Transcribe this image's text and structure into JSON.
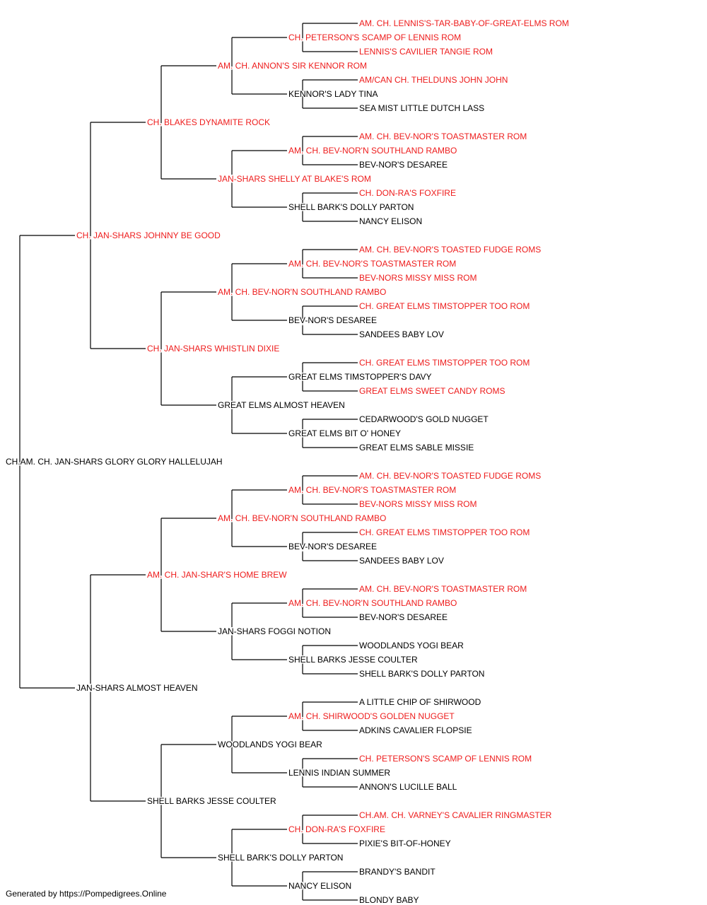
{
  "colors": {
    "champion": "#ee1c1c",
    "normal": "#000000",
    "line": "#000000"
  },
  "footer": "Generated by https://Pompedigrees.Online",
  "pedigree": {
    "name": "CH.AM. CH. JAN-SHARS GLORY GLORY HALLELUJAH",
    "ch": false,
    "sire": {
      "name": "CH. JAN-SHARS JOHNNY BE GOOD",
      "ch": true,
      "sire": {
        "name": "CH. BLAKES DYNAMITE ROCK",
        "ch": true,
        "sire": {
          "name": "AM. CH. ANNON'S SIR KENNOR ROM",
          "ch": true,
          "sire": {
            "name": "CH. PETERSON'S SCAMP OF LENNIS ROM",
            "ch": true,
            "sire": {
              "name": "AM. CH. LENNIS'S-TAR-BABY-OF-GREAT-ELMS ROM",
              "ch": true
            },
            "dam": {
              "name": "LENNIS'S CAVILIER TANGIE ROM",
              "ch": true
            }
          },
          "dam": {
            "name": "KENNOR'S LADY TINA",
            "ch": false,
            "sire": {
              "name": "AM/CAN CH. THELDUNS JOHN JOHN",
              "ch": true
            },
            "dam": {
              "name": "SEA MIST LITTLE DUTCH LASS",
              "ch": false
            }
          }
        },
        "dam": {
          "name": "JAN-SHARS SHELLY AT BLAKE'S ROM",
          "ch": true,
          "sire": {
            "name": "AM. CH. BEV-NOR'N SOUTHLAND RAMBO",
            "ch": true,
            "sire": {
              "name": "AM. CH. BEV-NOR'S TOASTMASTER ROM",
              "ch": true
            },
            "dam": {
              "name": "BEV-NOR'S DESAREE",
              "ch": false
            }
          },
          "dam": {
            "name": "SHELL BARK'S DOLLY PARTON",
            "ch": false,
            "sire": {
              "name": "CH. DON-RA'S FOXFIRE",
              "ch": true
            },
            "dam": {
              "name": "NANCY ELISON",
              "ch": false
            }
          }
        }
      },
      "dam": {
        "name": "CH. JAN-SHARS WHISTLIN DIXIE",
        "ch": true,
        "sire": {
          "name": "AM. CH. BEV-NOR'N SOUTHLAND RAMBO",
          "ch": true,
          "sire": {
            "name": "AM. CH. BEV-NOR'S TOASTMASTER ROM",
            "ch": true,
            "sire": {
              "name": "AM. CH. BEV-NOR'S TOASTED FUDGE ROMS",
              "ch": true
            },
            "dam": {
              "name": "BEV-NORS MISSY MISS ROM",
              "ch": true
            }
          },
          "dam": {
            "name": "BEV-NOR'S DESAREE",
            "ch": false,
            "sire": {
              "name": "CH. GREAT ELMS TIMSTOPPER TOO ROM",
              "ch": true
            },
            "dam": {
              "name": "SANDEES BABY LOV",
              "ch": false
            }
          }
        },
        "dam": {
          "name": "GREAT ELMS ALMOST HEAVEN",
          "ch": false,
          "sire": {
            "name": "GREAT ELMS TIMSTOPPER'S DAVY",
            "ch": false,
            "sire": {
              "name": "CH. GREAT ELMS TIMSTOPPER TOO ROM",
              "ch": true
            },
            "dam": {
              "name": "GREAT ELMS SWEET CANDY ROMS",
              "ch": true
            }
          },
          "dam": {
            "name": "GREAT ELMS BIT O' HONEY",
            "ch": false,
            "sire": {
              "name": "CEDARWOOD'S GOLD NUGGET",
              "ch": false
            },
            "dam": {
              "name": "GREAT ELMS SABLE MISSIE",
              "ch": false
            }
          }
        }
      }
    },
    "dam": {
      "name": "JAN-SHARS ALMOST HEAVEN",
      "ch": false,
      "sire": {
        "name": "AM. CH. JAN-SHAR'S HOME BREW",
        "ch": true,
        "sire": {
          "name": "AM. CH. BEV-NOR'N SOUTHLAND RAMBO",
          "ch": true,
          "sire": {
            "name": "AM. CH. BEV-NOR'S TOASTMASTER ROM",
            "ch": true,
            "sire": {
              "name": "AM. CH. BEV-NOR'S TOASTED FUDGE ROMS",
              "ch": true
            },
            "dam": {
              "name": "BEV-NORS MISSY MISS ROM",
              "ch": true
            }
          },
          "dam": {
            "name": "BEV-NOR'S DESAREE",
            "ch": false,
            "sire": {
              "name": "CH. GREAT ELMS TIMSTOPPER TOO ROM",
              "ch": true
            },
            "dam": {
              "name": "SANDEES BABY LOV",
              "ch": false
            }
          }
        },
        "dam": {
          "name": "JAN-SHARS FOGGI NOTION",
          "ch": false,
          "sire": {
            "name": "AM. CH. BEV-NOR'N SOUTHLAND RAMBO",
            "ch": true,
            "sire": {
              "name": "AM. CH. BEV-NOR'S TOASTMASTER ROM",
              "ch": true
            },
            "dam": {
              "name": "BEV-NOR'S DESAREE",
              "ch": false
            }
          },
          "dam": {
            "name": "SHELL BARKS JESSE COULTER",
            "ch": false,
            "sire": {
              "name": "WOODLANDS YOGI BEAR",
              "ch": false
            },
            "dam": {
              "name": "SHELL BARK'S DOLLY PARTON",
              "ch": false
            }
          }
        }
      },
      "dam": {
        "name": "SHELL BARKS JESSE COULTER",
        "ch": false,
        "sire": {
          "name": "WOODLANDS YOGI BEAR",
          "ch": false,
          "sire": {
            "name": "AM. CH. SHIRWOOD'S GOLDEN NUGGET",
            "ch": true,
            "sire": {
              "name": "A LITTLE CHIP OF SHIRWOOD",
              "ch": false
            },
            "dam": {
              "name": "ADKINS CAVALIER FLOPSIE",
              "ch": false
            }
          },
          "dam": {
            "name": "LENNIS INDIAN SUMMER",
            "ch": false,
            "sire": {
              "name": "CH. PETERSON'S SCAMP OF LENNIS ROM",
              "ch": true
            },
            "dam": {
              "name": "ANNON'S LUCILLE BALL",
              "ch": false
            }
          }
        },
        "dam": {
          "name": "SHELL BARK'S DOLLY PARTON",
          "ch": false,
          "sire": {
            "name": "CH. DON-RA'S FOXFIRE",
            "ch": true,
            "sire": {
              "name": "CH.AM. CH. VARNEY'S CAVALIER RINGMASTER",
              "ch": true
            },
            "dam": {
              "name": "PIXIE'S BIT-OF-HONEY",
              "ch": false
            }
          },
          "dam": {
            "name": "NANCY ELISON",
            "ch": false,
            "sire": {
              "name": "BRANDY'S BANDIT",
              "ch": false
            },
            "dam": {
              "name": "BLONDY BABY",
              "ch": false
            }
          }
        }
      }
    }
  }
}
